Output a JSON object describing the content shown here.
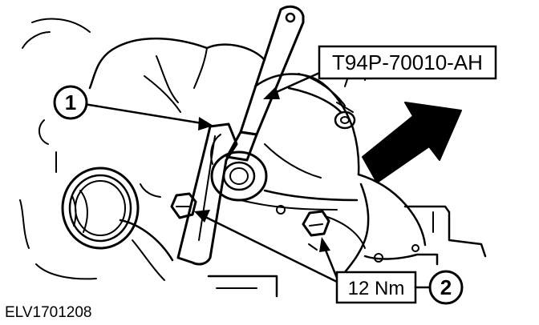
{
  "diagram": {
    "tool_part_number": "T94P-70010-AH",
    "callouts": [
      {
        "number": "1"
      },
      {
        "number": "2"
      }
    ],
    "torque_spec": "12 Nm",
    "figure_id": "ELV1701208",
    "colors": {
      "ink": "#000000",
      "background": "#ffffff"
    }
  }
}
